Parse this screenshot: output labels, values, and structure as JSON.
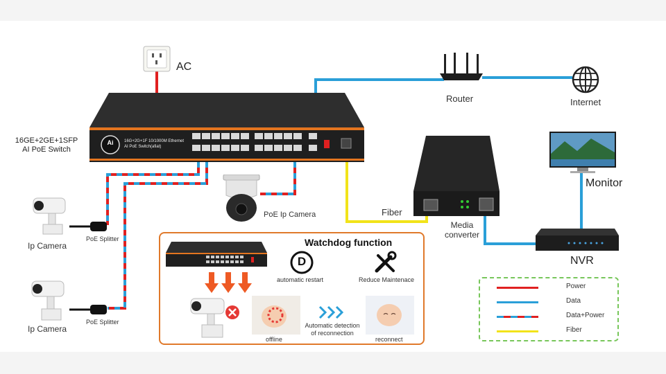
{
  "labels": {
    "ac": "AC",
    "router": "Router",
    "internet": "Internet",
    "switch_desc_line1": "16GE+2GE+1SFP",
    "switch_desc_line2": "AI PoE Switch",
    "monitor": "Monitor",
    "fiber": "Fiber",
    "media_converter_line1": "Media",
    "media_converter_line2": "converter",
    "nvr": "NVR",
    "poe_ip_camera": "PoE Ip Camera",
    "ip_camera_top": "Ip Camera",
    "ip_camera_bottom": "Ip Camera",
    "poe_splitter_top": "PoE Splitter",
    "poe_splitter_bottom": "PoE Splitter"
  },
  "switch": {
    "panel_text_line1": "16G+2G+1F 10/1000M Ethernet",
    "panel_text_line2": "AI PoE Switch(afiat)",
    "logo_text": "Ai"
  },
  "watchdog": {
    "title": "Watchdog function",
    "automatic_restart": "automatic restart",
    "reduce_maintenance": "Reduce Maintenace",
    "offline": "offline",
    "detection_line1": "Automatic detection",
    "detection_line2": "of reconnection",
    "reconnect": "reconnect",
    "restart_symbol": "D"
  },
  "legend": {
    "items": [
      {
        "label": "Power",
        "color": "#e02020"
      },
      {
        "label": "Data",
        "color": "#2a9fd8"
      },
      {
        "label": "Data+Power",
        "color": "mixed"
      },
      {
        "label": "Fiber",
        "color": "#f2e31a"
      }
    ]
  },
  "colors": {
    "power": "#e02020",
    "data": "#2a9fd8",
    "fiber": "#f2e31a",
    "watchdog_border": "#e0792a",
    "legend_border": "#77c65a"
  }
}
